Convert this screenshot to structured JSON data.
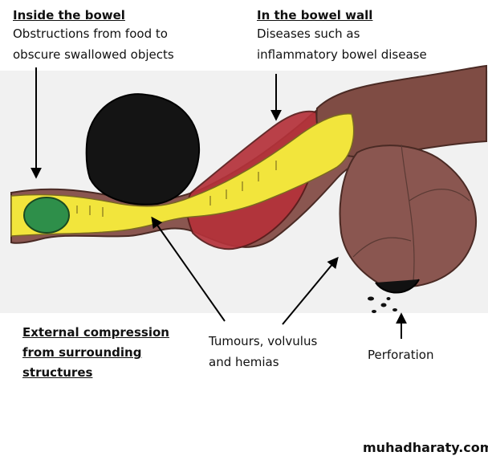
{
  "labels": {
    "inside": {
      "heading": "Inside the bowel",
      "line1": "Obstructions from food to",
      "line2": "obscure swallowed objects"
    },
    "wall": {
      "heading": "In the bowel wall",
      "line1": "Diseases such as",
      "line2": "inflammatory bowel disease"
    },
    "external": {
      "line1": "External compression",
      "line2": "from surrounding",
      "line3": "structures"
    },
    "tumours": {
      "line1": "Tumours, volvulus",
      "line2": "and hemias"
    },
    "perforation": "Perforation"
  },
  "watermark": "muhadharaty.com",
  "colors": {
    "lumen": "#f2e53c",
    "bowel_wall": "#8a5650",
    "inflamed": "#b5323a",
    "mass": "#141414",
    "obstruction_ball": "#2e8f4a",
    "background_band": "#f0f0f0"
  }
}
